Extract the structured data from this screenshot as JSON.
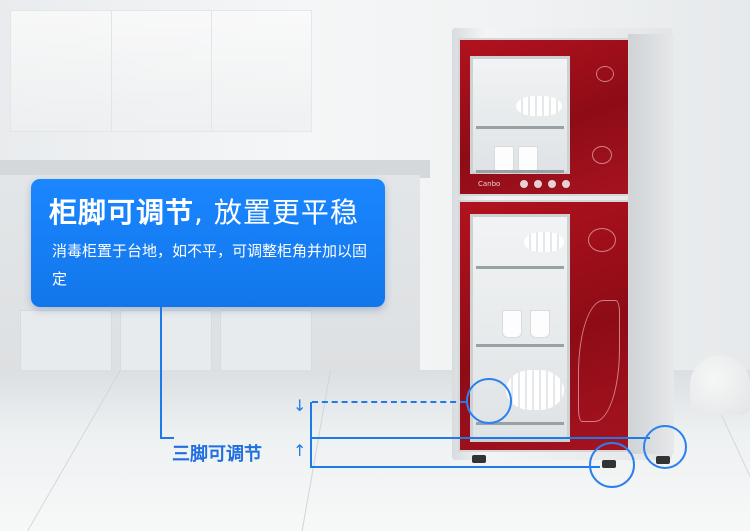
{
  "callout": {
    "title_bold": "柜脚可调节",
    "title_sep": ",",
    "title_rest": "放置更平稳",
    "description": "消毒柜置于台地，如不平，可调整柜角并加以固定"
  },
  "annotation": {
    "label": "三脚可调节"
  },
  "product": {
    "brand": "Canbo"
  },
  "colors": {
    "accent_blue": "#1a86ff",
    "cabinet_red": "#a51320"
  }
}
